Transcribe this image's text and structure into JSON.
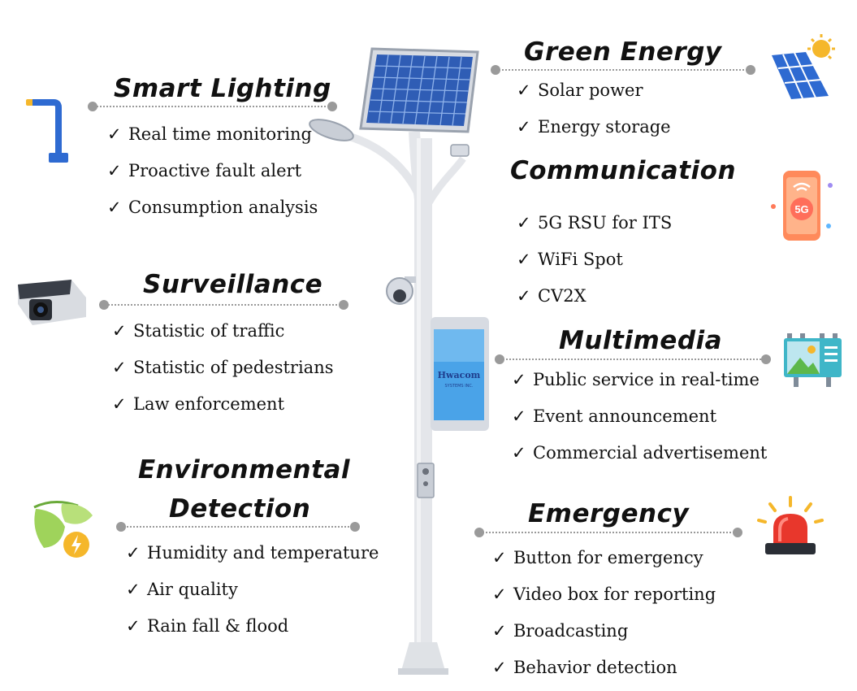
{
  "sections": {
    "smart_lighting": {
      "title": "Smart Lighting",
      "items": [
        "Real time monitoring",
        "Proactive fault alert",
        "Consumption analysis"
      ]
    },
    "surveillance": {
      "title": "Surveillance",
      "items": [
        "Statistic of traffic",
        "Statistic of pedestrians",
        "Law enforcement"
      ]
    },
    "environmental": {
      "title_line1": "Environmental",
      "title_line2": "Detection",
      "items": [
        "Humidity and temperature",
        "Air quality",
        "Rain fall & flood"
      ]
    },
    "green_energy": {
      "title": "Green Energy",
      "items": [
        "Solar power",
        "Energy storage"
      ]
    },
    "communication": {
      "title": "Communication",
      "items": [
        "5G RSU for ITS",
        "WiFi Spot",
        "CV2X"
      ],
      "badge": "5G"
    },
    "multimedia": {
      "title": "Multimedia",
      "items": [
        "Public service in real-time",
        "Event announcement",
        "Commercial advertisement"
      ]
    },
    "emergency": {
      "title": "Emergency",
      "items": [
        "Button for emergency",
        "Video box for reporting",
        "Broadcasting",
        "Behavior detection"
      ]
    }
  },
  "check_mark": "✓",
  "screen_logo": "Hwacom",
  "screen_logo_sub": "SYSTEMS INC.",
  "colors": {
    "pole": "#e4e6ea",
    "solar_panel": "#2f5db5",
    "screen": "#4aa3e8",
    "divider": "#9a9a9a"
  },
  "icons": [
    "street-lamp-icon",
    "cctv-camera-icon",
    "leaf-energy-icon",
    "solar-sun-icon",
    "5g-phone-icon",
    "billboard-icon",
    "siren-icon"
  ]
}
